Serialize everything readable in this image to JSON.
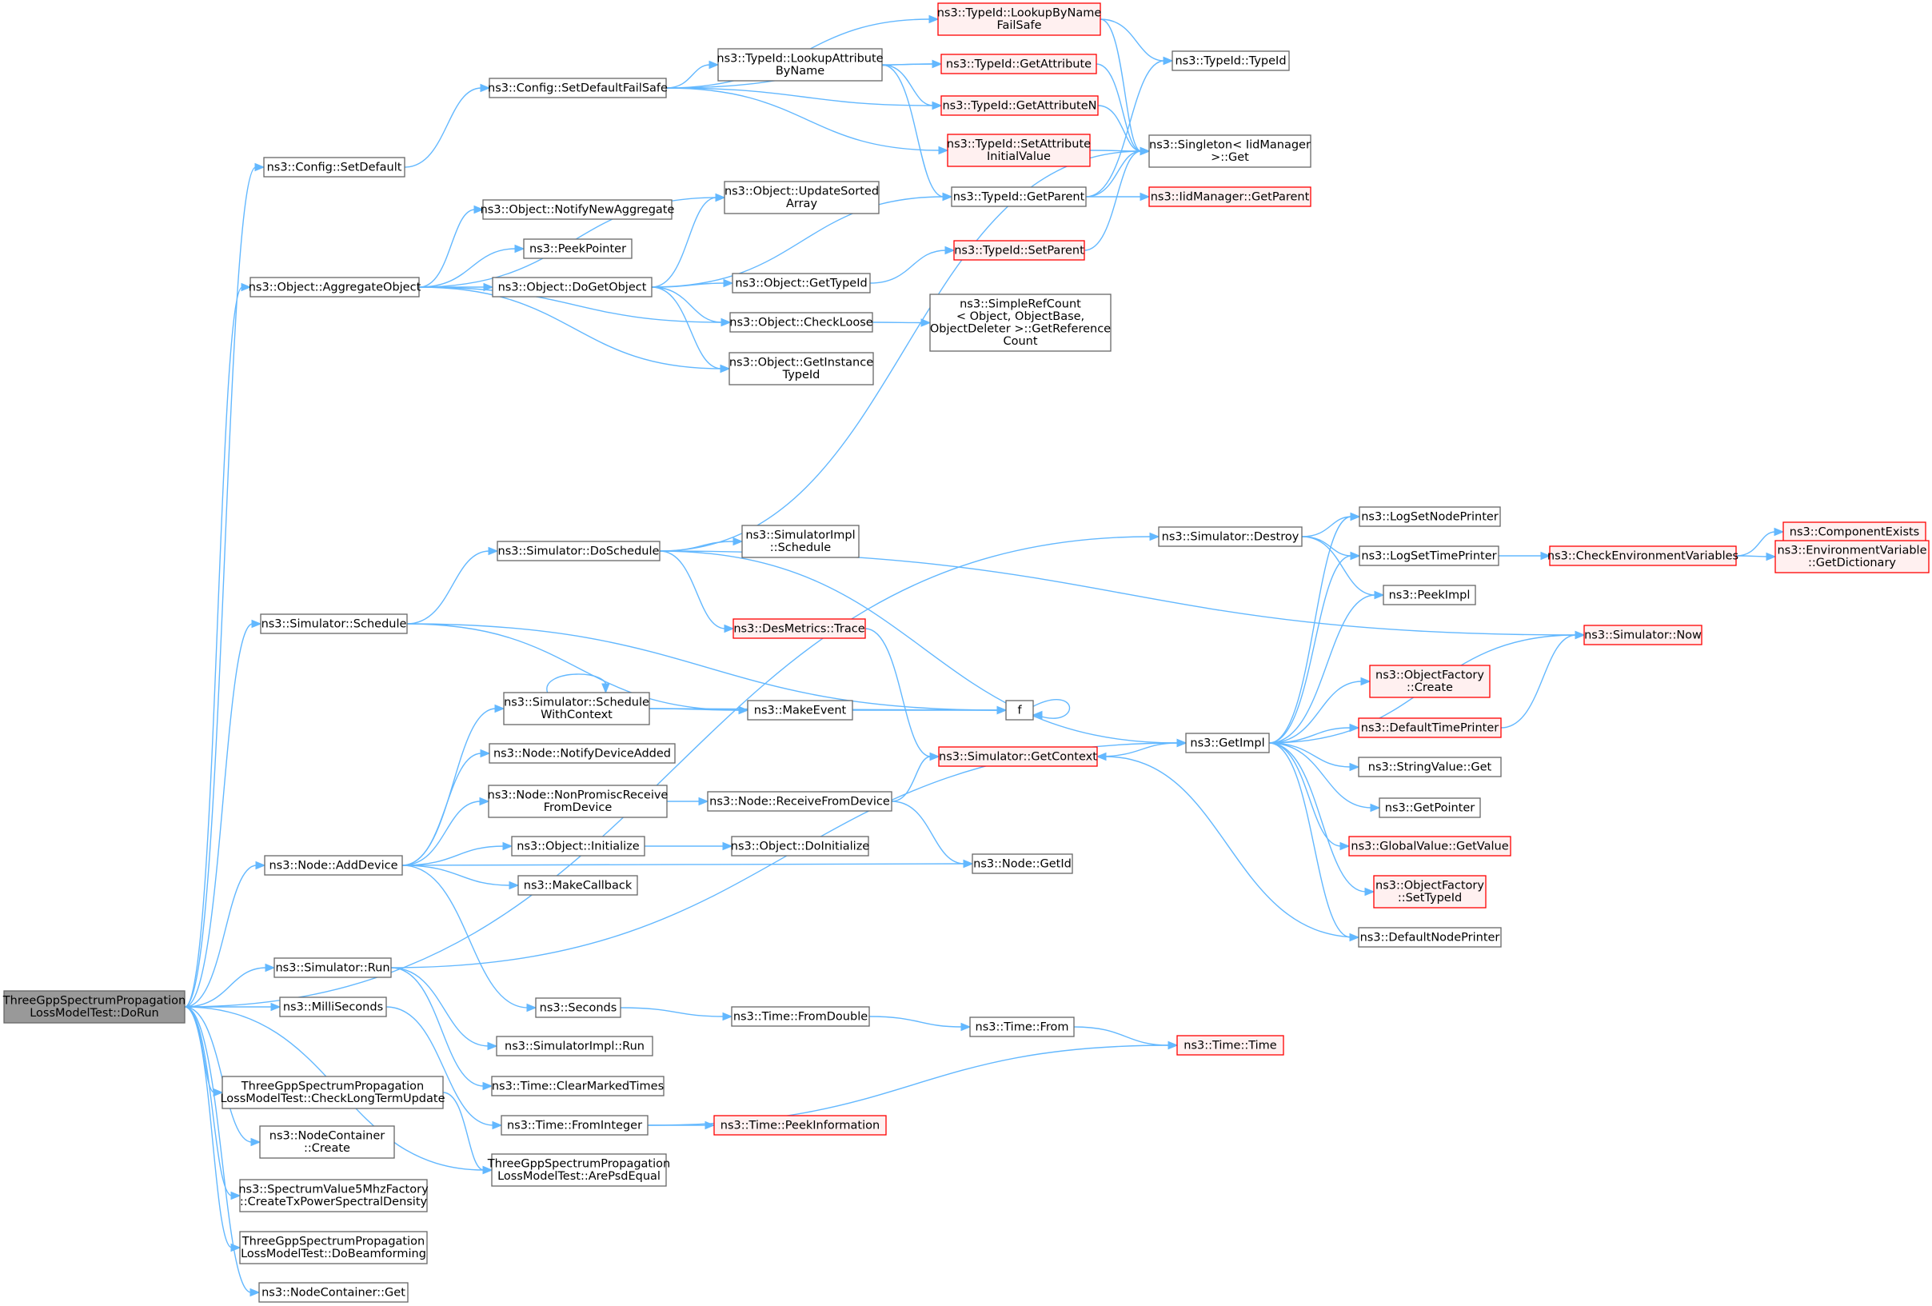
{
  "colors": {
    "node_fill": "#ffffff",
    "node_border": "#666666",
    "node_red_border": "#ff0000",
    "node_red_fill": "#fff0f0",
    "root_fill": "#999999",
    "edge": "#63b8ff",
    "text": "#000000"
  },
  "graph": {
    "nodes": [
      {
        "id": "root",
        "lines": [
          "ThreeGppSpectrumPropagation",
          "LossModelTest::DoRun"
        ],
        "style": "root"
      },
      {
        "id": "cfg_setdefault",
        "lines": [
          "ns3::Config::SetDefault"
        ],
        "style": "normal"
      },
      {
        "id": "cfg_setdefaultfs",
        "lines": [
          "ns3::Config::SetDefaultFailSafe"
        ],
        "style": "normal"
      },
      {
        "id": "tid_lookupbyname",
        "lines": [
          "ns3::TypeId::LookupByName",
          "FailSafe"
        ],
        "style": "red"
      },
      {
        "id": "tid_typeid",
        "lines": [
          "ns3::TypeId::TypeId"
        ],
        "style": "normal"
      },
      {
        "id": "tid_lookupattr",
        "lines": [
          "ns3::TypeId::LookupAttribute",
          "ByName"
        ],
        "style": "normal"
      },
      {
        "id": "tid_getattr",
        "lines": [
          "ns3::TypeId::GetAttribute"
        ],
        "style": "red"
      },
      {
        "id": "tid_getattrn",
        "lines": [
          "ns3::TypeId::GetAttributeN"
        ],
        "style": "red"
      },
      {
        "id": "singleton_get",
        "lines": [
          "ns3::Singleton< IidManager",
          ">::Get"
        ],
        "style": "normal"
      },
      {
        "id": "tid_setattrinit",
        "lines": [
          "ns3::TypeId::SetAttribute",
          "InitialValue"
        ],
        "style": "red"
      },
      {
        "id": "tid_getparent",
        "lines": [
          "ns3::TypeId::GetParent"
        ],
        "style": "normal"
      },
      {
        "id": "iid_getparent",
        "lines": [
          "ns3::IidManager::GetParent"
        ],
        "style": "red"
      },
      {
        "id": "obj_updatesorted",
        "lines": [
          "ns3::Object::UpdateSorted",
          "Array"
        ],
        "style": "normal"
      },
      {
        "id": "obj_notifynewagg",
        "lines": [
          "ns3::Object::NotifyNewAggregate"
        ],
        "style": "normal"
      },
      {
        "id": "peekpointer",
        "lines": [
          "ns3::PeekPointer"
        ],
        "style": "normal"
      },
      {
        "id": "tid_setparent",
        "lines": [
          "ns3::TypeId::SetParent"
        ],
        "style": "red"
      },
      {
        "id": "obj_aggregate",
        "lines": [
          "ns3::Object::AggregateObject"
        ],
        "style": "normal"
      },
      {
        "id": "obj_dogetobject",
        "lines": [
          "ns3::Object::DoGetObject"
        ],
        "style": "normal"
      },
      {
        "id": "obj_gettypeid",
        "lines": [
          "ns3::Object::GetTypeId"
        ],
        "style": "normal"
      },
      {
        "id": "obj_checkloose",
        "lines": [
          "ns3::Object::CheckLoose"
        ],
        "style": "normal"
      },
      {
        "id": "simplerefcount",
        "lines": [
          "ns3::SimpleRefCount",
          "< Object, ObjectBase,",
          "ObjectDeleter >::GetReference",
          "Count"
        ],
        "style": "normal"
      },
      {
        "id": "obj_getinstance",
        "lines": [
          "ns3::Object::GetInstance",
          "TypeId"
        ],
        "style": "normal"
      },
      {
        "id": "sim_doschedule",
        "lines": [
          "ns3::Simulator::DoSchedule"
        ],
        "style": "normal"
      },
      {
        "id": "simimpl_schedule",
        "lines": [
          "ns3::SimulatorImpl",
          "::Schedule"
        ],
        "style": "normal"
      },
      {
        "id": "sim_destroy",
        "lines": [
          "ns3::Simulator::Destroy"
        ],
        "style": "normal"
      },
      {
        "id": "log_setnodeprinter",
        "lines": [
          "ns3::LogSetNodePrinter"
        ],
        "style": "normal"
      },
      {
        "id": "log_settimeprinter",
        "lines": [
          "ns3::LogSetTimePrinter"
        ],
        "style": "normal"
      },
      {
        "id": "checkenv",
        "lines": [
          "ns3::CheckEnvironmentVariables"
        ],
        "style": "red"
      },
      {
        "id": "componentexists",
        "lines": [
          "ns3::ComponentExists"
        ],
        "style": "red"
      },
      {
        "id": "envvar_getdict",
        "lines": [
          "ns3::EnvironmentVariable",
          "::GetDictionary"
        ],
        "style": "red"
      },
      {
        "id": "peekimpl",
        "lines": [
          "ns3::PeekImpl"
        ],
        "style": "normal"
      },
      {
        "id": "sim_schedule",
        "lines": [
          "ns3::Simulator::Schedule"
        ],
        "style": "normal"
      },
      {
        "id": "desmetrics_trace",
        "lines": [
          "ns3::DesMetrics::Trace"
        ],
        "style": "red"
      },
      {
        "id": "sim_now",
        "lines": [
          "ns3::Simulator::Now"
        ],
        "style": "red"
      },
      {
        "id": "objfactory_create",
        "lines": [
          "ns3::ObjectFactory",
          "::Create"
        ],
        "style": "red"
      },
      {
        "id": "sim_schedwithctx",
        "lines": [
          "ns3::Simulator::Schedule",
          "WithContext"
        ],
        "style": "normal"
      },
      {
        "id": "makeevent",
        "lines": [
          "ns3::MakeEvent"
        ],
        "style": "normal"
      },
      {
        "id": "f",
        "lines": [
          "f"
        ],
        "style": "normal"
      },
      {
        "id": "defaulttimeprinter",
        "lines": [
          "ns3::DefaultTimePrinter"
        ],
        "style": "red"
      },
      {
        "id": "node_notifydevadded",
        "lines": [
          "ns3::Node::NotifyDeviceAdded"
        ],
        "style": "normal"
      },
      {
        "id": "sim_getcontext",
        "lines": [
          "ns3::Simulator::GetContext"
        ],
        "style": "red"
      },
      {
        "id": "getimpl",
        "lines": [
          "ns3::GetImpl"
        ],
        "style": "normal"
      },
      {
        "id": "stringvalue_get",
        "lines": [
          "ns3::StringValue::Get"
        ],
        "style": "normal"
      },
      {
        "id": "node_nonpromisc",
        "lines": [
          "ns3::Node::NonPromiscReceive",
          "FromDevice"
        ],
        "style": "normal"
      },
      {
        "id": "node_recvfromdev",
        "lines": [
          "ns3::Node::ReceiveFromDevice"
        ],
        "style": "normal"
      },
      {
        "id": "getpointer",
        "lines": [
          "ns3::GetPointer"
        ],
        "style": "normal"
      },
      {
        "id": "obj_initialize",
        "lines": [
          "ns3::Object::Initialize"
        ],
        "style": "normal"
      },
      {
        "id": "obj_doinitialize",
        "lines": [
          "ns3::Object::DoInitialize"
        ],
        "style": "normal"
      },
      {
        "id": "globalvalue_getvalue",
        "lines": [
          "ns3::GlobalValue::GetValue"
        ],
        "style": "red"
      },
      {
        "id": "node_adddevice",
        "lines": [
          "ns3::Node::AddDevice"
        ],
        "style": "normal"
      },
      {
        "id": "node_getid",
        "lines": [
          "ns3::Node::GetId"
        ],
        "style": "normal"
      },
      {
        "id": "makecallback",
        "lines": [
          "ns3::MakeCallback"
        ],
        "style": "normal"
      },
      {
        "id": "objfactory_settypeid",
        "lines": [
          "ns3::ObjectFactory",
          "::SetTypeId"
        ],
        "style": "red"
      },
      {
        "id": "defaultnodeprinter",
        "lines": [
          "ns3::DefaultNodePrinter"
        ],
        "style": "normal"
      },
      {
        "id": "sim_run",
        "lines": [
          "ns3::Simulator::Run"
        ],
        "style": "normal"
      },
      {
        "id": "milliseconds",
        "lines": [
          "ns3::MilliSeconds"
        ],
        "style": "normal"
      },
      {
        "id": "seconds",
        "lines": [
          "ns3::Seconds"
        ],
        "style": "normal"
      },
      {
        "id": "time_fromdouble",
        "lines": [
          "ns3::Time::FromDouble"
        ],
        "style": "normal"
      },
      {
        "id": "time_from",
        "lines": [
          "ns3::Time::From"
        ],
        "style": "normal"
      },
      {
        "id": "time_time",
        "lines": [
          "ns3::Time::Time"
        ],
        "style": "red"
      },
      {
        "id": "simimpl_run",
        "lines": [
          "ns3::SimulatorImpl::Run"
        ],
        "style": "normal"
      },
      {
        "id": "time_clearmarked",
        "lines": [
          "ns3::Time::ClearMarkedTimes"
        ],
        "style": "normal"
      },
      {
        "id": "checklongterm",
        "lines": [
          "ThreeGppSpectrumPropagation",
          "LossModelTest::CheckLongTermUpdate"
        ],
        "style": "normal"
      },
      {
        "id": "time_frominteger",
        "lines": [
          "ns3::Time::FromInteger"
        ],
        "style": "normal"
      },
      {
        "id": "time_peekinfo",
        "lines": [
          "ns3::Time::PeekInformation"
        ],
        "style": "red"
      },
      {
        "id": "nodecontainer_create",
        "lines": [
          "ns3::NodeContainer",
          "::Create"
        ],
        "style": "normal"
      },
      {
        "id": "arepsdequal",
        "lines": [
          "ThreeGppSpectrumPropagation",
          "LossModelTest::ArePsdEqual"
        ],
        "style": "normal"
      },
      {
        "id": "createtxpsd",
        "lines": [
          "ns3::SpectrumValue5MhzFactory",
          "::CreateTxPowerSpectralDensity"
        ],
        "style": "normal"
      },
      {
        "id": "dobeamforming",
        "lines": [
          "ThreeGppSpectrumPropagation",
          "LossModelTest::DoBeamforming"
        ],
        "style": "normal"
      },
      {
        "id": "nodecontainer_get",
        "lines": [
          "ns3::NodeContainer::Get"
        ],
        "style": "normal"
      }
    ],
    "edges": [
      [
        "root",
        "cfg_setdefault"
      ],
      [
        "root",
        "obj_aggregate"
      ],
      [
        "root",
        "sim_destroy"
      ],
      [
        "root",
        "sim_schedule"
      ],
      [
        "root",
        "node_adddevice"
      ],
      [
        "root",
        "sim_run"
      ],
      [
        "root",
        "milliseconds"
      ],
      [
        "root",
        "checklongterm"
      ],
      [
        "root",
        "arepsdequal"
      ],
      [
        "root",
        "nodecontainer_create"
      ],
      [
        "root",
        "createtxpsd"
      ],
      [
        "root",
        "dobeamforming"
      ],
      [
        "root",
        "nodecontainer_get"
      ],
      [
        "cfg_setdefault",
        "cfg_setdefaultfs"
      ],
      [
        "cfg_setdefaultfs",
        "tid_lookupbyname"
      ],
      [
        "cfg_setdefaultfs",
        "tid_lookupattr"
      ],
      [
        "cfg_setdefaultfs",
        "tid_getattr"
      ],
      [
        "cfg_setdefaultfs",
        "tid_getattrn"
      ],
      [
        "cfg_setdefaultfs",
        "tid_setattrinit"
      ],
      [
        "tid_lookupbyname",
        "tid_typeid"
      ],
      [
        "tid_lookupbyname",
        "singleton_get"
      ],
      [
        "tid_lookupattr",
        "tid_getattr"
      ],
      [
        "tid_lookupattr",
        "tid_getattrn"
      ],
      [
        "tid_lookupattr",
        "tid_getparent"
      ],
      [
        "tid_getattr",
        "singleton_get"
      ],
      [
        "tid_getattrn",
        "singleton_get"
      ],
      [
        "tid_setattrinit",
        "singleton_get"
      ],
      [
        "tid_getparent",
        "tid_typeid"
      ],
      [
        "tid_getparent",
        "singleton_get"
      ],
      [
        "tid_getparent",
        "iid_getparent"
      ],
      [
        "tid_setparent",
        "singleton_get"
      ],
      [
        "obj_aggregate",
        "obj_updatesorted"
      ],
      [
        "obj_aggregate",
        "obj_notifynewagg"
      ],
      [
        "obj_aggregate",
        "peekpointer"
      ],
      [
        "obj_aggregate",
        "obj_dogetobject"
      ],
      [
        "obj_aggregate",
        "obj_checkloose"
      ],
      [
        "obj_aggregate",
        "obj_getinstance"
      ],
      [
        "obj_dogetobject",
        "obj_updatesorted"
      ],
      [
        "obj_dogetobject",
        "tid_getparent"
      ],
      [
        "obj_dogetobject",
        "obj_gettypeid"
      ],
      [
        "obj_dogetobject",
        "obj_checkloose"
      ],
      [
        "obj_dogetobject",
        "obj_getinstance"
      ],
      [
        "obj_gettypeid",
        "tid_setparent"
      ],
      [
        "obj_checkloose",
        "simplerefcount"
      ],
      [
        "sim_destroy",
        "log_setnodeprinter"
      ],
      [
        "sim_destroy",
        "log_settimeprinter"
      ],
      [
        "sim_destroy",
        "peekimpl"
      ],
      [
        "log_settimeprinter",
        "checkenv"
      ],
      [
        "checkenv",
        "componentexists"
      ],
      [
        "checkenv",
        "envvar_getdict"
      ],
      [
        "sim_schedule",
        "sim_doschedule"
      ],
      [
        "sim_schedule",
        "makeevent"
      ],
      [
        "sim_schedule",
        "f"
      ],
      [
        "sim_doschedule",
        "simimpl_schedule"
      ],
      [
        "sim_doschedule",
        "desmetrics_trace"
      ],
      [
        "sim_doschedule",
        "getimpl"
      ],
      [
        "sim_doschedule",
        "sim_now"
      ],
      [
        "sim_doschedule",
        "singleton_get"
      ],
      [
        "desmetrics_trace",
        "sim_getcontext"
      ],
      [
        "sim_schedwithctx",
        "sim_schedwithctx"
      ],
      [
        "sim_schedwithctx",
        "makeevent"
      ],
      [
        "sim_schedwithctx",
        "f"
      ],
      [
        "makeevent",
        "f"
      ],
      [
        "f",
        "f"
      ],
      [
        "sim_getcontext",
        "getimpl"
      ],
      [
        "getimpl",
        "log_setnodeprinter"
      ],
      [
        "getimpl",
        "log_settimeprinter"
      ],
      [
        "getimpl",
        "peekimpl"
      ],
      [
        "getimpl",
        "sim_now"
      ],
      [
        "getimpl",
        "objfactory_create"
      ],
      [
        "getimpl",
        "defaulttimeprinter"
      ],
      [
        "getimpl",
        "stringvalue_get"
      ],
      [
        "getimpl",
        "getpointer"
      ],
      [
        "getimpl",
        "globalvalue_getvalue"
      ],
      [
        "getimpl",
        "objfactory_settypeid"
      ],
      [
        "getimpl",
        "defaultnodeprinter"
      ],
      [
        "defaulttimeprinter",
        "sim_now"
      ],
      [
        "defaultnodeprinter",
        "sim_getcontext"
      ],
      [
        "node_adddevice",
        "sim_schedwithctx"
      ],
      [
        "node_adddevice",
        "node_notifydevadded"
      ],
      [
        "node_adddevice",
        "node_nonpromisc"
      ],
      [
        "node_adddevice",
        "obj_initialize"
      ],
      [
        "node_adddevice",
        "makecallback"
      ],
      [
        "node_adddevice",
        "node_getid"
      ],
      [
        "node_adddevice",
        "seconds"
      ],
      [
        "node_nonpromisc",
        "node_recvfromdev"
      ],
      [
        "node_recvfromdev",
        "sim_getcontext"
      ],
      [
        "node_recvfromdev",
        "node_getid"
      ],
      [
        "obj_initialize",
        "obj_doinitialize"
      ],
      [
        "sim_run",
        "getimpl"
      ],
      [
        "sim_run",
        "simimpl_run"
      ],
      [
        "sim_run",
        "time_clearmarked"
      ],
      [
        "milliseconds",
        "time_frominteger"
      ],
      [
        "seconds",
        "time_fromdouble"
      ],
      [
        "time_fromdouble",
        "time_from"
      ],
      [
        "time_from",
        "time_time"
      ],
      [
        "time_frominteger",
        "time_time"
      ],
      [
        "time_frominteger",
        "time_peekinfo"
      ],
      [
        "checklongterm",
        "arepsdequal"
      ]
    ]
  }
}
